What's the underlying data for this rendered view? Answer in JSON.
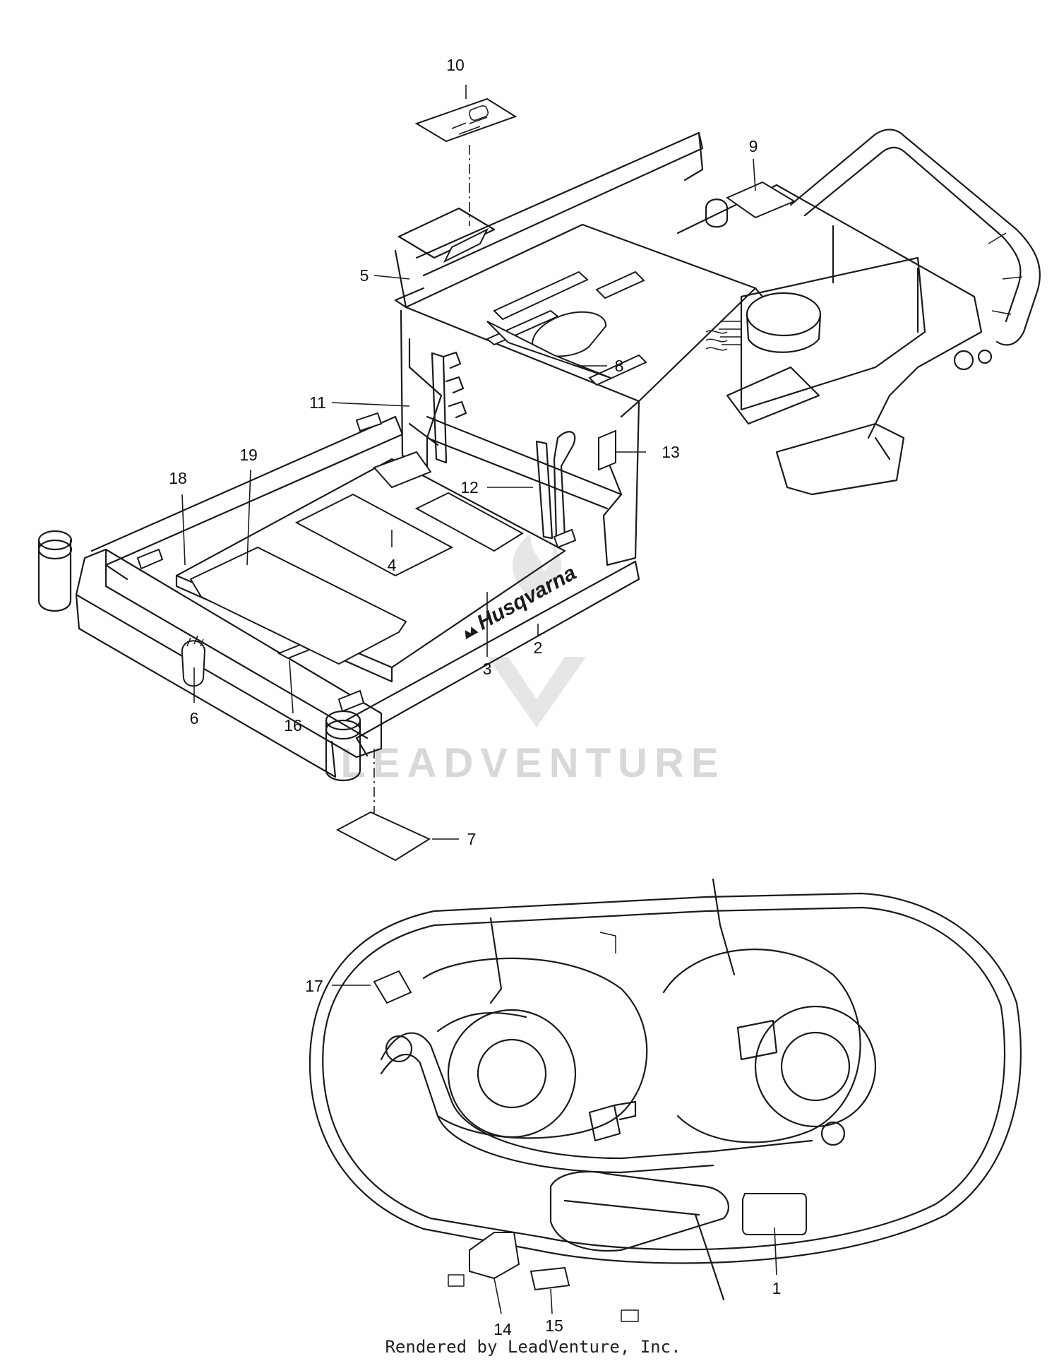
{
  "brand_label": "Husqvarna",
  "watermark": "LEADVENTURE",
  "footer": "Rendered by LeadVenture, Inc.",
  "callouts": [
    {
      "id": "1",
      "label": "1"
    },
    {
      "id": "2",
      "label": "2"
    },
    {
      "id": "3",
      "label": "3"
    },
    {
      "id": "4",
      "label": "4"
    },
    {
      "id": "5",
      "label": "5"
    },
    {
      "id": "6",
      "label": "6"
    },
    {
      "id": "7",
      "label": "7"
    },
    {
      "id": "8",
      "label": "8"
    },
    {
      "id": "9",
      "label": "9"
    },
    {
      "id": "10",
      "label": "10"
    },
    {
      "id": "11",
      "label": "11"
    },
    {
      "id": "12",
      "label": "12"
    },
    {
      "id": "13",
      "label": "13"
    },
    {
      "id": "14",
      "label": "14"
    },
    {
      "id": "15",
      "label": "15"
    },
    {
      "id": "16",
      "label": "16"
    },
    {
      "id": "17",
      "label": "17"
    },
    {
      "id": "18",
      "label": "18"
    },
    {
      "id": "19",
      "label": "19"
    }
  ]
}
